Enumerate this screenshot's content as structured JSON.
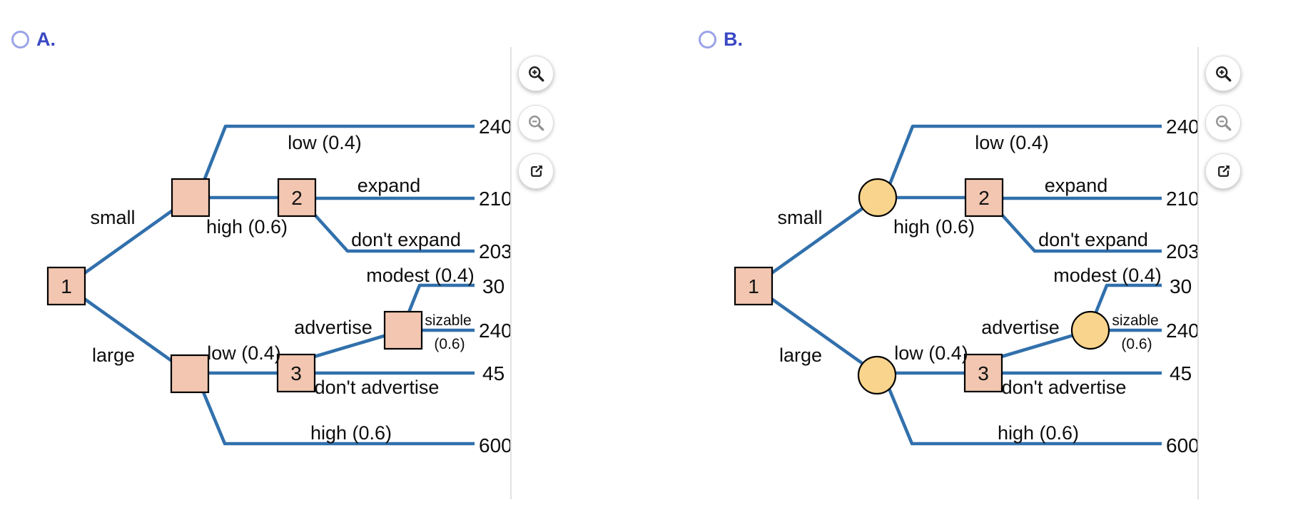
{
  "options": [
    {
      "label": "A.",
      "selected": false
    },
    {
      "label": "B.",
      "selected": false
    }
  ],
  "tree": {
    "nodes": {
      "n1": "1",
      "n2": "2",
      "n3": "3"
    },
    "labels": {
      "small": "small",
      "large": "large",
      "low_small": "low (0.4)",
      "high_small": "high (0.6)",
      "expand": "expand",
      "dont_expand": "don't expand",
      "modest": "modest (0.4)",
      "sizable": "sizable",
      "sizable_prob": "(0.6)",
      "advertise": "advertise",
      "dont_advertise": "don't advertise",
      "low_large": "low (0.4)",
      "high_large": "high (0.6)"
    },
    "payoffs": {
      "low_small": "240",
      "expand": "210",
      "dont_expand": "203",
      "modest": "30",
      "sizable": "240",
      "dont_advertise": "45",
      "high_large": "600"
    }
  },
  "toolbar": {
    "buttons": [
      "zoom-in",
      "zoom-out",
      "open-in-new"
    ]
  },
  "colors": {
    "edge_line": "#3170ac",
    "decision_node_fill": "#f2c6b0",
    "chance_node_fill": "#f9d48c",
    "node_border": "#000000",
    "option_label": "#3a48c4",
    "radio_ring": "#9aa4e8"
  }
}
